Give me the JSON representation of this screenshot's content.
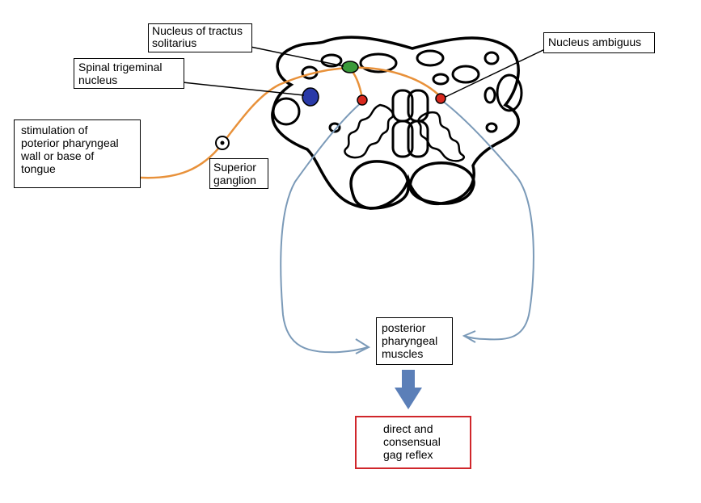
{
  "labels": {
    "nts": "Nucleus of tractus\nsolitarius",
    "ambiguus": "Nucleus ambiguus",
    "trigeminal": "Spinal trigeminal\nnucleus",
    "stimulus": "stimulation of\npoterior pharyngeal\nwall or base of\ntongue",
    "ganglion": "Superior\nganglion",
    "muscles": "posterior\npharyngeal\nmuscles",
    "reflex": "direct and\nconsensual\ngag reflex"
  },
  "colors": {
    "afferent": "#e8913a",
    "efferent": "#7b9ab8",
    "nts": "#3a9a3a",
    "trigeminal": "#2a3aa8",
    "ambiguus": "#d8281e",
    "arrow": "#5b7fb8",
    "outcome_border": "#d0262b"
  }
}
